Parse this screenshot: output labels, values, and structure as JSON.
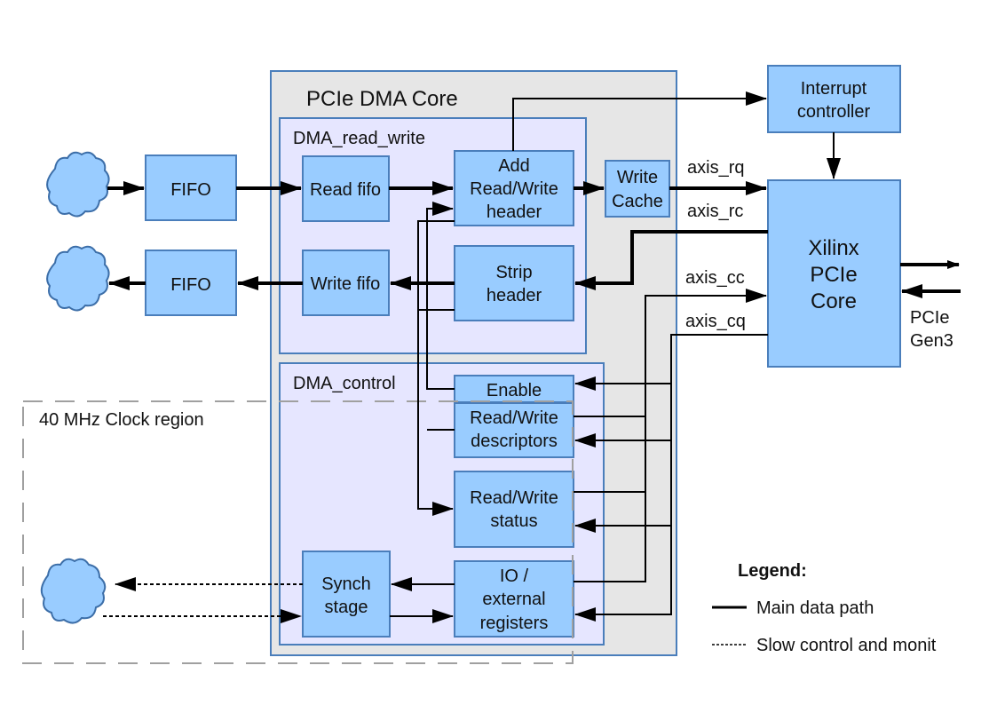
{
  "groups": {
    "pcie_dma_core": "PCIe DMA Core",
    "dma_read_write": "DMA_read_write",
    "dma_control": "DMA_control",
    "clock_region": "40 MHz Clock region"
  },
  "blocks": {
    "fifo_in": [
      "FIFO"
    ],
    "fifo_out": [
      "FIFO"
    ],
    "read_fifo": [
      "Read fifo"
    ],
    "write_fifo": [
      "Write fifo"
    ],
    "add_header": [
      "Add",
      "Read/Write",
      "header"
    ],
    "strip_header": [
      "Strip",
      "header"
    ],
    "write_cache": [
      "Write",
      "Cache"
    ],
    "interrupt_controller": [
      "Interrupt",
      "controller"
    ],
    "xilinx_core": [
      "Xilinx",
      "PCIe",
      "Core"
    ],
    "enable": [
      "Enable"
    ],
    "rw_descriptors": [
      "Read/Write",
      "descriptors"
    ],
    "rw_status": [
      "Read/Write",
      "status"
    ],
    "synch_stage": [
      "Synch",
      "stage"
    ],
    "io_registers": [
      "IO /",
      "external",
      "registers"
    ]
  },
  "signals": {
    "axis_rq": "axis_rq",
    "axis_rc": "axis_rc",
    "axis_cc": "axis_cc",
    "axis_cq": "axis_cq",
    "pcie_gen3": [
      "PCIe",
      "Gen3"
    ]
  },
  "legend": {
    "title": "Legend:",
    "items": [
      {
        "style": "solid",
        "label": "Main data path"
      },
      {
        "style": "dotted",
        "label": "Slow control and monit"
      }
    ]
  },
  "colors": {
    "block_fill": "#99ccff",
    "block_stroke": "#4a7ebb",
    "core_group_fill": "#e6e6e6",
    "sub_group_fill": "#e6e6ff",
    "clock_region_stroke": "#a0a0a0"
  }
}
